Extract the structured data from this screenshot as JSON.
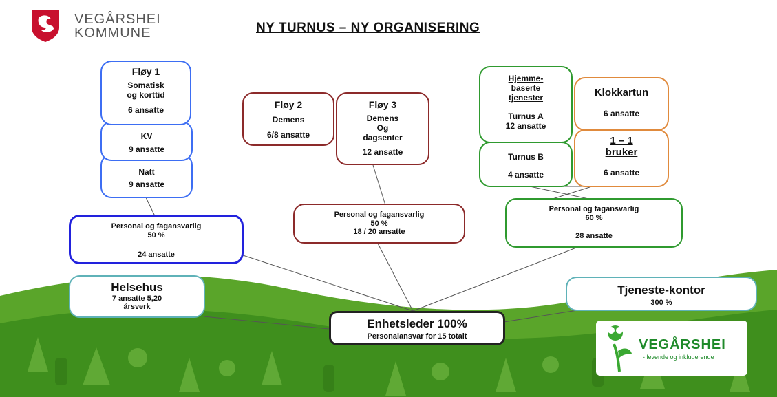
{
  "header": {
    "municipality_line1": "VEGÅRSHEI",
    "municipality_line2": "KOMMUNE",
    "title": "NY TURNUS – NY ORGANISERING"
  },
  "nodes": {
    "floy1": {
      "title": "Fløy 1",
      "line1": "Somatisk",
      "line2": "og korttid",
      "line3": "6 ansatte"
    },
    "kv": {
      "title": "KV",
      "line1": "9 ansatte"
    },
    "natt": {
      "title": "Natt",
      "line1": "9 ansatte"
    },
    "floy2": {
      "title": "Fløy 2",
      "line1": "Demens",
      "line2": "6/8 ansatte"
    },
    "floy3": {
      "title": "Fløy 3",
      "line1": "Demens",
      "line2": "Og",
      "line3": "dagsenter",
      "line4": "12 ansatte"
    },
    "hjemme": {
      "title1": "Hjemme-",
      "title2": "baserte",
      "title3": "tjenester",
      "line1": "Turnus A",
      "line2": "12 ansatte"
    },
    "klokkartun": {
      "title": "Klokkartun",
      "line1": "6  ansatte"
    },
    "turnusb": {
      "line1": "Turnus B",
      "line2": "4 ansatte"
    },
    "bruker": {
      "title1": "1 – 1",
      "title2": "bruker",
      "line1": "6 ansatte"
    },
    "pf_left": {
      "line1": "Personal og fagansvarlig",
      "line2": "50 %",
      "line3": "24 ansatte"
    },
    "pf_mid": {
      "line1": "Personal og fagansvarlig",
      "line2": "50 %",
      "line3": "18 / 20 ansatte"
    },
    "pf_right": {
      "line1": "Personal og fagansvarlig",
      "line2": "60 %",
      "line3": "28 ansatte"
    },
    "helsehus": {
      "title": "Helsehus",
      "line1": "7 ansatte 5,20",
      "line2": "årsverk"
    },
    "tjeneste": {
      "title": "Tjeneste-kontor",
      "line1": "300 %"
    },
    "enhetsleder": {
      "title": "Enhetsleder 100%",
      "line1": "Personalansvar for 15 totalt"
    }
  },
  "footer_logo": {
    "name": "VEGÅRSHEI",
    "slogan": "- levende og inkluderende"
  },
  "colors": {
    "blue": "#3d6ef3",
    "maroon": "#8c2a2a",
    "green": "#2f9a2f",
    "orange": "#e08a3c",
    "teal": "#5fb2b8",
    "banner_green": "#4c9a1f",
    "logo_red": "#c8102e"
  },
  "icons": {
    "coat_of_arms": "shield-icon",
    "logo_tree": "tree-logo-icon"
  }
}
